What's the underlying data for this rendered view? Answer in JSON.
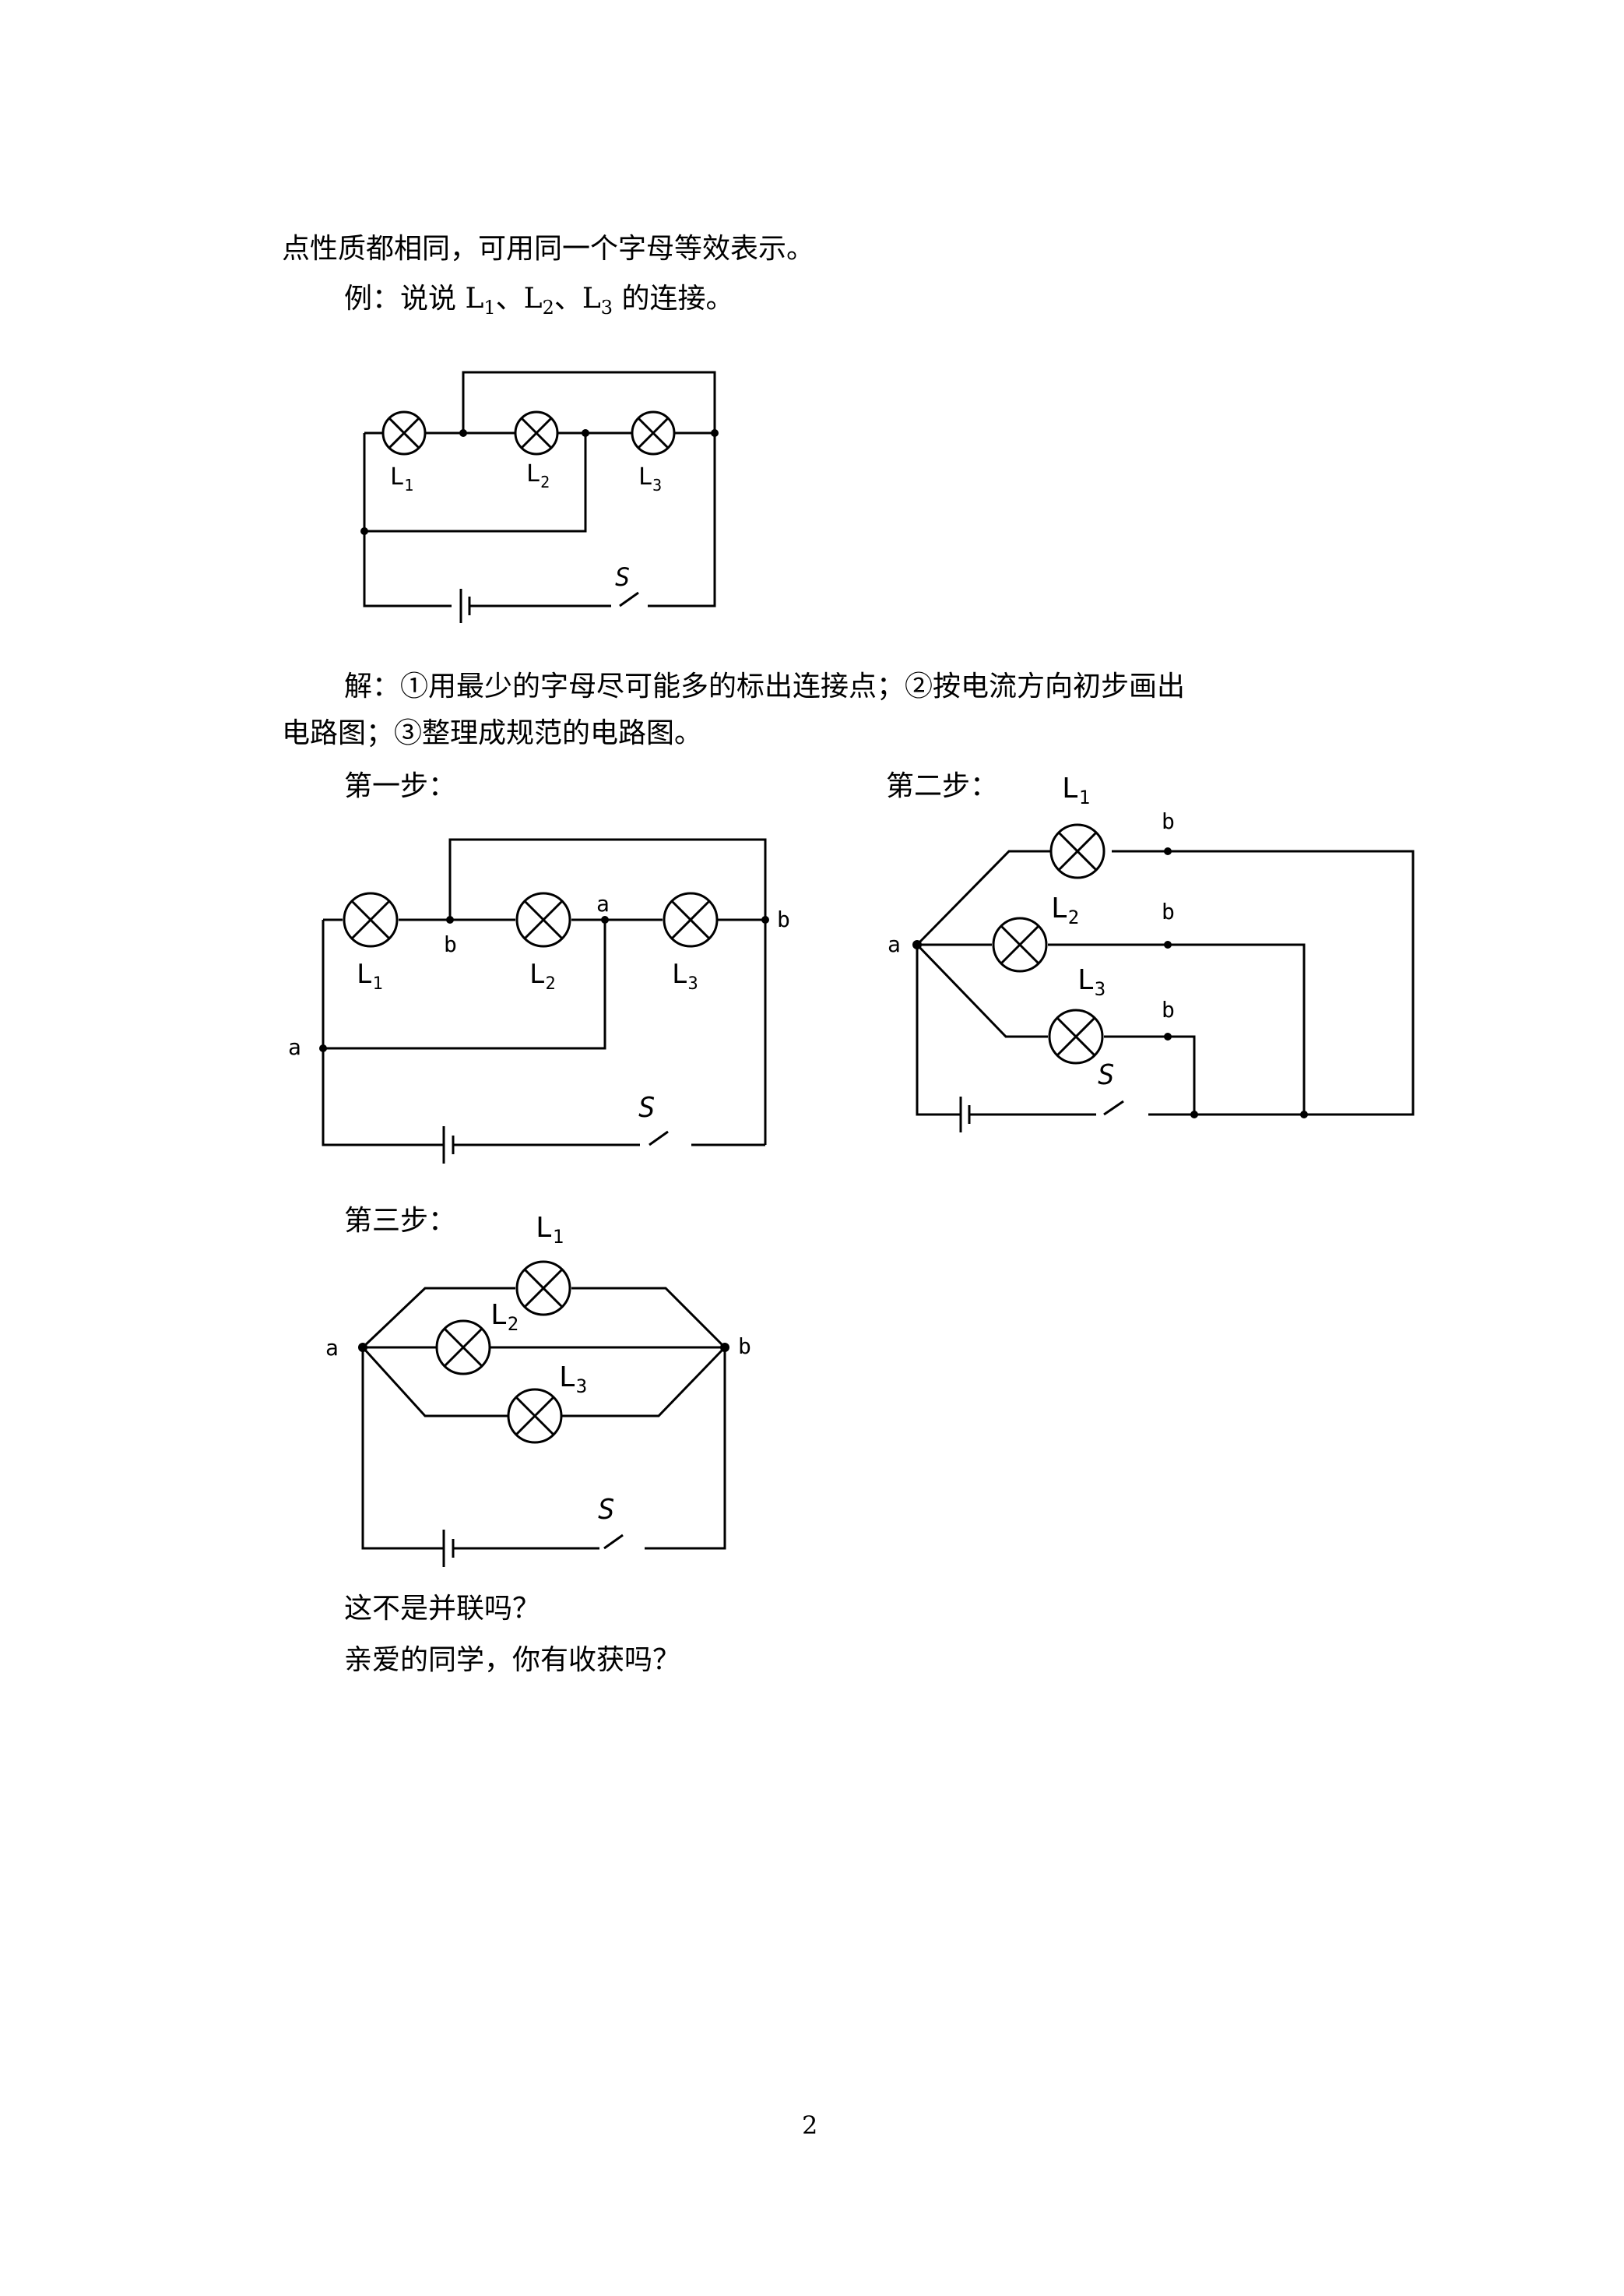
{
  "page": {
    "line1": "点性质都相同，可用同一个字母等效表示。",
    "example": {
      "prefix": "例：说说 L",
      "sub1": "1",
      "sep1": "、L",
      "sub2": "2",
      "sep2": "、L",
      "sub3": "3",
      "suffix": " 的连接。"
    },
    "solution_line1": "解：①用最少的字母尽可能多的标出连接点；②按电流方向初步画出",
    "solution_line2": "电路图；③整理成规范的电路图。",
    "step1_label": "第一步：",
    "step2_label": "第二步：",
    "step3_label": "第三步：",
    "question1": "这不是并联吗？",
    "question2": "亲爱的同学，你有收获吗？",
    "page_number": "2"
  },
  "diagram_labels": {
    "L": "L",
    "sub1": "1",
    "sub2": "2",
    "sub3": "3",
    "switch": "S",
    "node_a": "a",
    "node_b": "b"
  }
}
